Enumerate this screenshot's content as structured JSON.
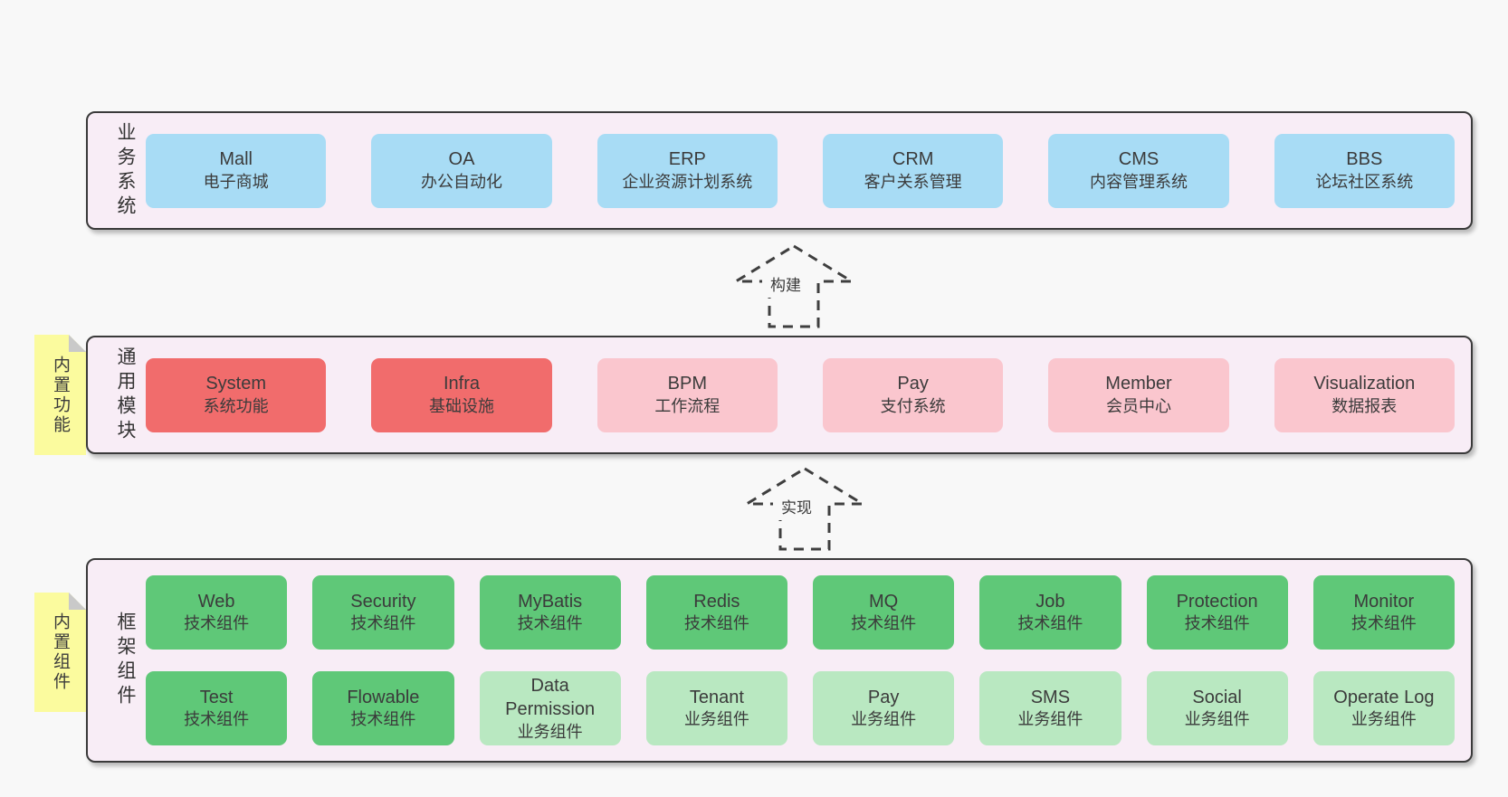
{
  "colors": {
    "page_bg": "#f8f8f8",
    "panel_bg": "#f8edf6",
    "panel_border": "#3a3a3a",
    "box_blue": "#a8dcf5",
    "box_red": "#f16c6c",
    "box_pink": "#fac6ce",
    "box_green": "#5fc878",
    "box_green_light": "#b9e8c1",
    "sticky_yellow": "#fbfb9e",
    "sticky_fold": "#c9c9c9",
    "text": "#3b3b3b"
  },
  "arrows": [
    {
      "label": "构建"
    },
    {
      "label": "实现"
    }
  ],
  "layers": [
    {
      "title": "业务系统",
      "boxes": [
        {
          "name": "Mall",
          "desc": "电子商城"
        },
        {
          "name": "OA",
          "desc": "办公自动化"
        },
        {
          "name": "ERP",
          "desc": "企业资源计划系统"
        },
        {
          "name": "CRM",
          "desc": "客户关系管理"
        },
        {
          "name": "CMS",
          "desc": "内容管理系统"
        },
        {
          "name": "BBS",
          "desc": "论坛社区系统"
        }
      ]
    },
    {
      "tab": "内置功能",
      "title": "通用模块",
      "boxes": [
        {
          "name": "System",
          "desc": "系统功能"
        },
        {
          "name": "Infra",
          "desc": "基础设施"
        },
        {
          "name": "BPM",
          "desc": "工作流程"
        },
        {
          "name": "Pay",
          "desc": "支付系统"
        },
        {
          "name": "Member",
          "desc": "会员中心"
        },
        {
          "name": "Visualization",
          "desc": "数据报表"
        }
      ]
    },
    {
      "tab": "内置组件",
      "title": "框架组件",
      "row1": [
        {
          "name": "Web",
          "desc": "技术组件"
        },
        {
          "name": "Security",
          "desc": "技术组件"
        },
        {
          "name": "MyBatis",
          "desc": "技术组件"
        },
        {
          "name": "Redis",
          "desc": "技术组件"
        },
        {
          "name": "MQ",
          "desc": "技术组件"
        },
        {
          "name": "Job",
          "desc": "技术组件"
        },
        {
          "name": "Protection",
          "desc": "技术组件"
        },
        {
          "name": "Monitor",
          "desc": "技术组件"
        }
      ],
      "row2": [
        {
          "name": "Test",
          "desc": "技术组件"
        },
        {
          "name": "Flowable",
          "desc": "技术组件"
        },
        {
          "name": "Data Permission",
          "desc": "业务组件"
        },
        {
          "name": "Tenant",
          "desc": "业务组件"
        },
        {
          "name": "Pay",
          "desc": "业务组件"
        },
        {
          "name": "SMS",
          "desc": "业务组件"
        },
        {
          "name": "Social",
          "desc": "业务组件"
        },
        {
          "name": "Operate Log",
          "desc": "业务组件"
        }
      ]
    }
  ]
}
